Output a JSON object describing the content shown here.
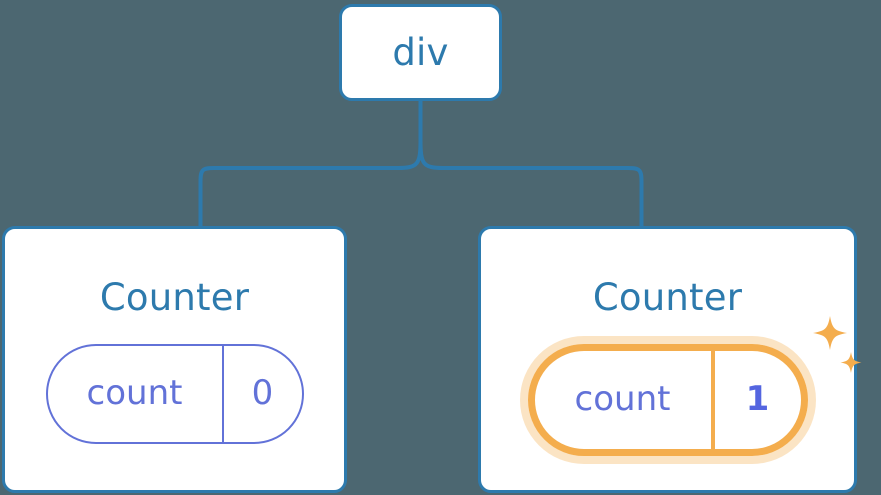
{
  "diagram": {
    "type": "component-tree",
    "background_color": "#4c6771",
    "node_border_color": "#2d7aad",
    "node_text_color": "#2d7aad",
    "connector_color": "#2d7aad",
    "state_color": "#6272d8",
    "highlight_color": "#f4ad4d",
    "highlight_glow_color": "#fbdca9"
  },
  "root": {
    "label": "div"
  },
  "children": [
    {
      "title": "Counter",
      "state": {
        "key": "count",
        "value": "0"
      },
      "highlighted": false,
      "sparkle": false
    },
    {
      "title": "Counter",
      "state": {
        "key": "count",
        "value": "1"
      },
      "highlighted": true,
      "sparkle": true
    }
  ],
  "icons": {
    "sparkle_large": "sparkle-icon",
    "sparkle_small": "sparkle-icon"
  }
}
